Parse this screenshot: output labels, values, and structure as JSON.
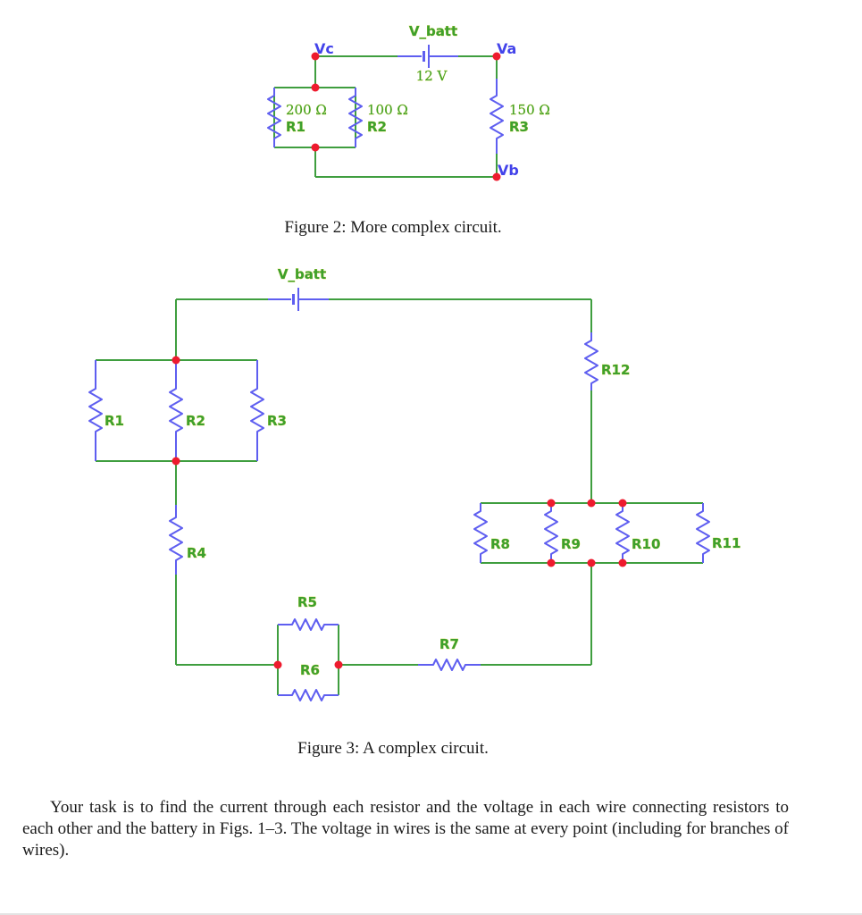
{
  "figure2": {
    "net_labels": {
      "v_batt": "V_batt",
      "vc": "Vc",
      "va": "Va",
      "vb": "Vb"
    },
    "battery_value": "12 V",
    "resistors": [
      {
        "name": "R1",
        "value": "200 Ω"
      },
      {
        "name": "R2",
        "value": "100 Ω"
      },
      {
        "name": "R3",
        "value": "150 Ω"
      }
    ],
    "caption": "Figure 2: More complex circuit."
  },
  "figure3": {
    "net_labels": {
      "v_batt": "V_batt"
    },
    "resistor_names": [
      "R1",
      "R2",
      "R3",
      "R4",
      "R5",
      "R6",
      "R7",
      "R8",
      "R9",
      "R10",
      "R11",
      "R12"
    ],
    "caption": "Figure 3: A complex circuit."
  },
  "task": {
    "text": "Your task is to find the current through each resistor and the voltage in each wire connecting resistors to each other and the battery in Figs. 1–3. The voltage in wires is the same at every point (including for branches of wires)."
  },
  "colors": {
    "wire_green": "#3f9e3f",
    "component_blue": "#5e5ef0",
    "junction_red": "#ee1b2e",
    "label_green": "#3da02e",
    "node_label_blue": "#4343ea"
  }
}
